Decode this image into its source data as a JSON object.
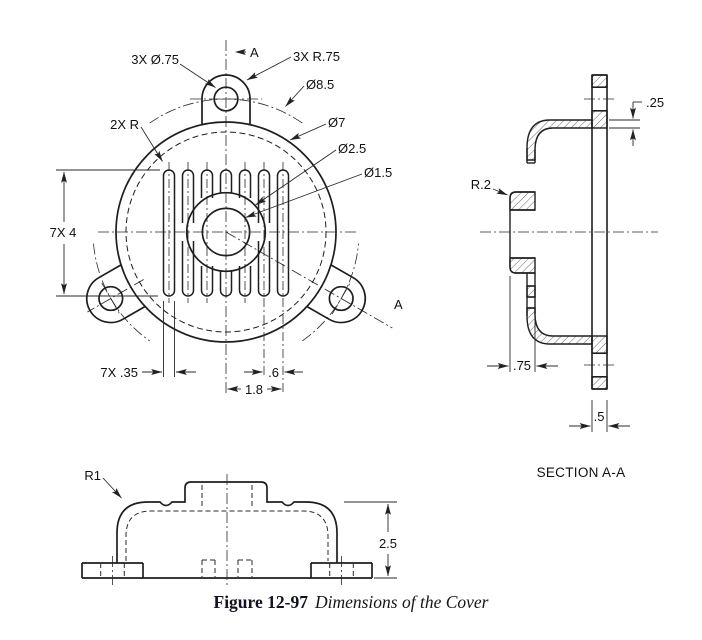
{
  "front_view": {
    "labels": {
      "holes": "3X Ø.75",
      "ear_radius": "3X R.75",
      "bolt_circle": "Ø8.5",
      "outer_dia": "Ø7",
      "boss_dia": "Ø2.5",
      "hole_dia": "Ø1.5",
      "slot_radius": "2X R"
    },
    "dims": {
      "slot_length": "7X 4",
      "slot_width": "7X .35",
      "slot_pitch": ".6",
      "pitch_span": "1.8"
    },
    "cutting_plane": {
      "top": "A",
      "bottom": "A"
    }
  },
  "section_view": {
    "title": "SECTION A-A",
    "labels": {
      "fillet_radius": "R.2"
    },
    "dims": {
      "wall_thickness": ".25",
      "boss_depth": ".75",
      "flange_thickness": ".5"
    }
  },
  "bottom_view": {
    "labels": {
      "corner_radius": "R1"
    },
    "dims": {
      "height": "2.5"
    }
  },
  "caption": {
    "figure_label": "Figure 12-97",
    "figure_title": "Dimensions of the Cover"
  },
  "colors": {
    "line": "#222222",
    "background": "#ffffff"
  }
}
